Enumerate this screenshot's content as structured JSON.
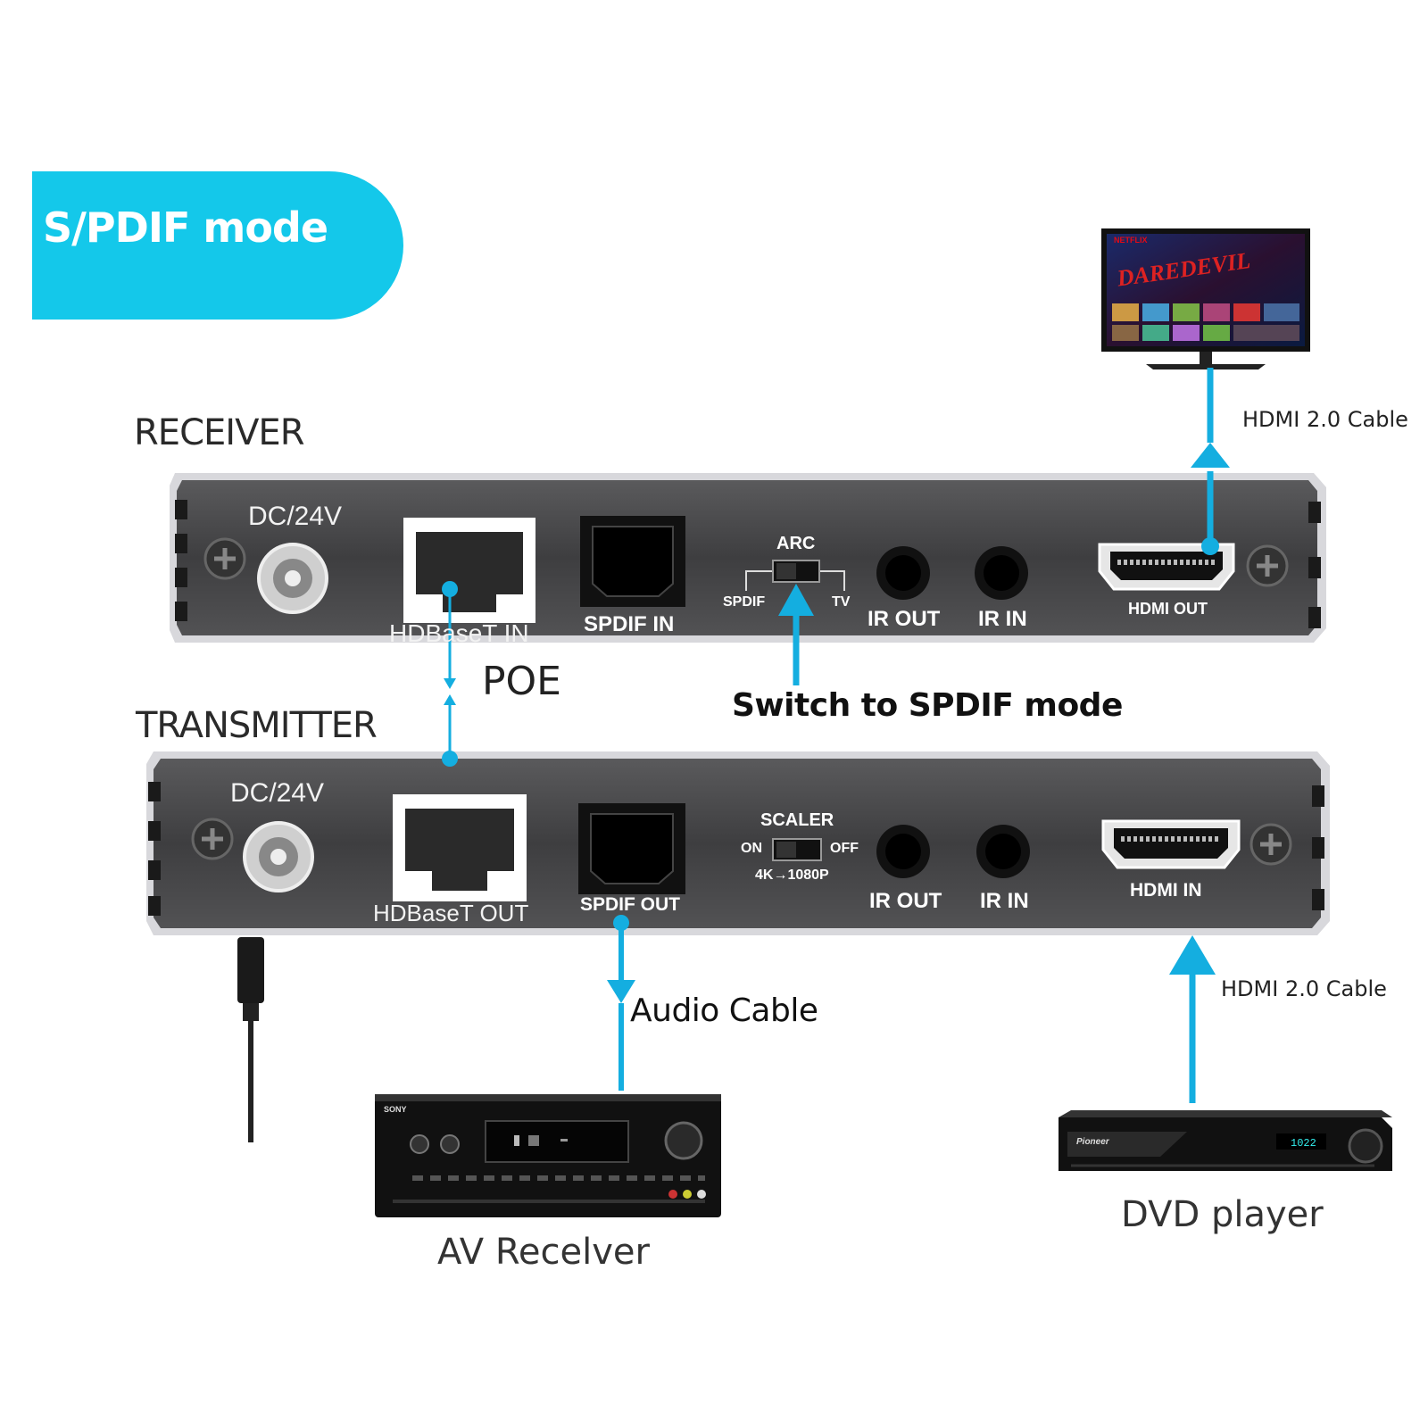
{
  "mode_badge": "S/PDIF mode",
  "receiver": {
    "title": "RECEIVER",
    "ports": {
      "dc": "DC/24V",
      "hdbaset": "HDBaseT IN",
      "spdif": "SPDIF IN",
      "arc": "ARC",
      "spdif_pos": "SPDIF",
      "tv_pos": "TV",
      "ir_out": "IR OUT",
      "ir_in": "IR IN",
      "hdmi": "HDMI OUT"
    }
  },
  "transmitter": {
    "title": "TRANSMITTER",
    "ports": {
      "dc": "DC/24V",
      "hdbaset": "HDBaseT OUT",
      "spdif": "SPDIF OUT",
      "scaler": "SCALER",
      "on": "ON",
      "off": "OFF",
      "scale_mode": "4K→1080P",
      "ir_out": "IR OUT",
      "ir_in": "IR IN",
      "hdmi": "HDMI IN"
    }
  },
  "annotations": {
    "poe": "POE",
    "switch_note": "Switch to SPDIF mode",
    "hdmi_cable_top": "HDMI 2.0 Cable",
    "hdmi_cable_bottom": "HDMI 2.0 Cable",
    "audio_cable": "Audio Cable"
  },
  "devices": {
    "av_receiver": "AV Recelver",
    "dvd_player": "DVD player",
    "tv_brand": "NETFLIX",
    "tv_show": "DAREDEVIL",
    "av_brand": "SONY",
    "dvd_brand": "Pioneer",
    "dvd_display": "1022"
  },
  "colors": {
    "accent": "#14c8ea",
    "panel": "#4a4a4c",
    "panel_edge": "#d8d8dc"
  }
}
